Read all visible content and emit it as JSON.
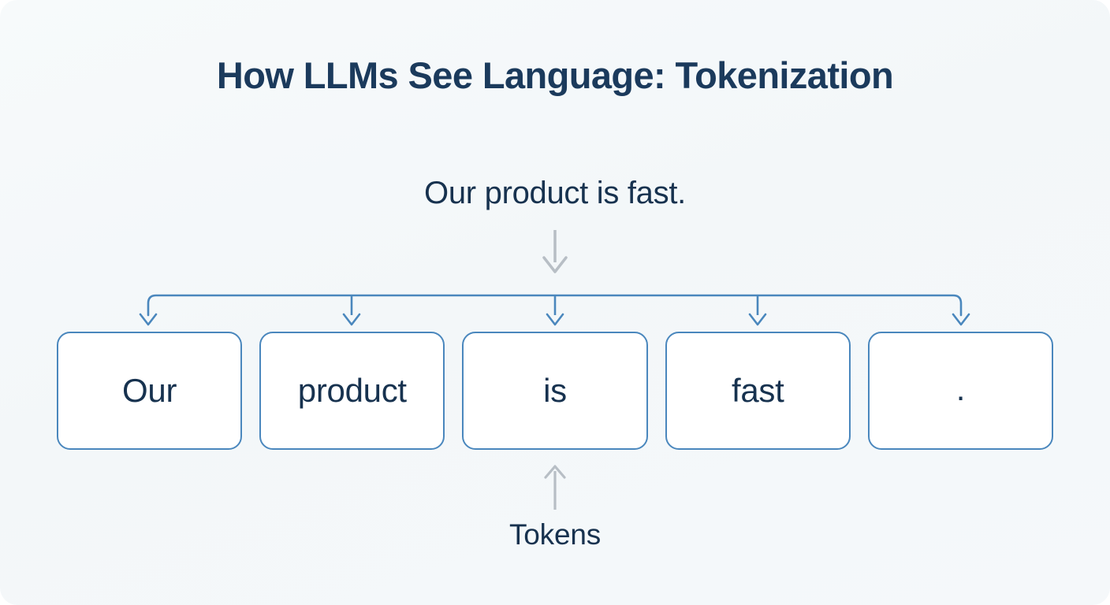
{
  "diagram": {
    "title": "How LLMs See Language: Tokenization",
    "input_sentence": "Our product is fast.",
    "tokens_caption": "Tokens",
    "tokens": [
      {
        "label": "Our"
      },
      {
        "label": "product"
      },
      {
        "label": "is"
      },
      {
        "label": "fast"
      },
      {
        "label": "."
      }
    ],
    "icons": {
      "split_arrow": "arrow-down-icon",
      "branch_arrow": "arrow-down-icon",
      "caption_arrow": "arrow-up-icon"
    },
    "colors": {
      "background": "#f5f8fa",
      "title_text": "#1b3a5c",
      "body_text": "#17324f",
      "token_border": "#4a87bd",
      "token_fill": "#ffffff",
      "connector": "#4a87bd",
      "gray_arrow": "#b7bec5"
    }
  }
}
